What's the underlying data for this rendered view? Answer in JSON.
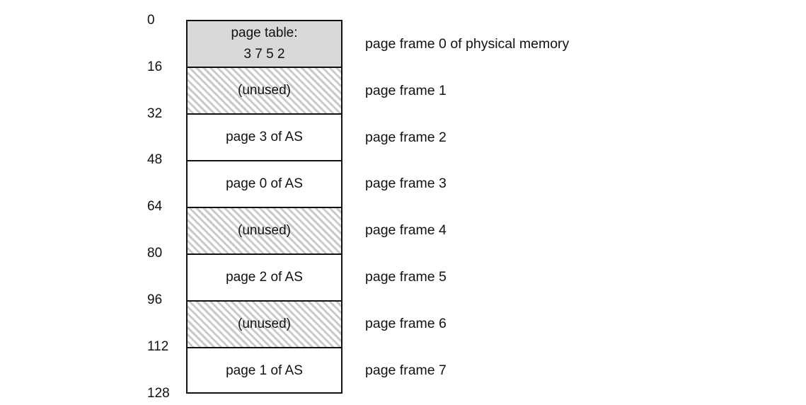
{
  "addresses": [
    "0",
    "16",
    "32",
    "48",
    "64",
    "80",
    "96",
    "112",
    "128"
  ],
  "frames": [
    {
      "content": "page table:",
      "content_line2": "3 7 5 2",
      "kind": "page-table",
      "label": "page frame 0 of physical memory"
    },
    {
      "content": "(unused)",
      "kind": "unused",
      "label": "page frame 1"
    },
    {
      "content": "page 3 of AS",
      "kind": "page",
      "label": "page frame 2"
    },
    {
      "content": "page 0 of AS",
      "kind": "page",
      "label": "page frame 3"
    },
    {
      "content": "(unused)",
      "kind": "unused",
      "label": "page frame 4"
    },
    {
      "content": "page 2 of AS",
      "kind": "page",
      "label": "page frame 5"
    },
    {
      "content": "(unused)",
      "kind": "unused",
      "label": "page frame 6"
    },
    {
      "content": "page 1 of AS",
      "kind": "page",
      "label": "page frame 7"
    }
  ],
  "colors": {
    "border": "#111111",
    "page_table_fill": "#d9d9d9",
    "unused_hatch": "#c9c9c9"
  }
}
